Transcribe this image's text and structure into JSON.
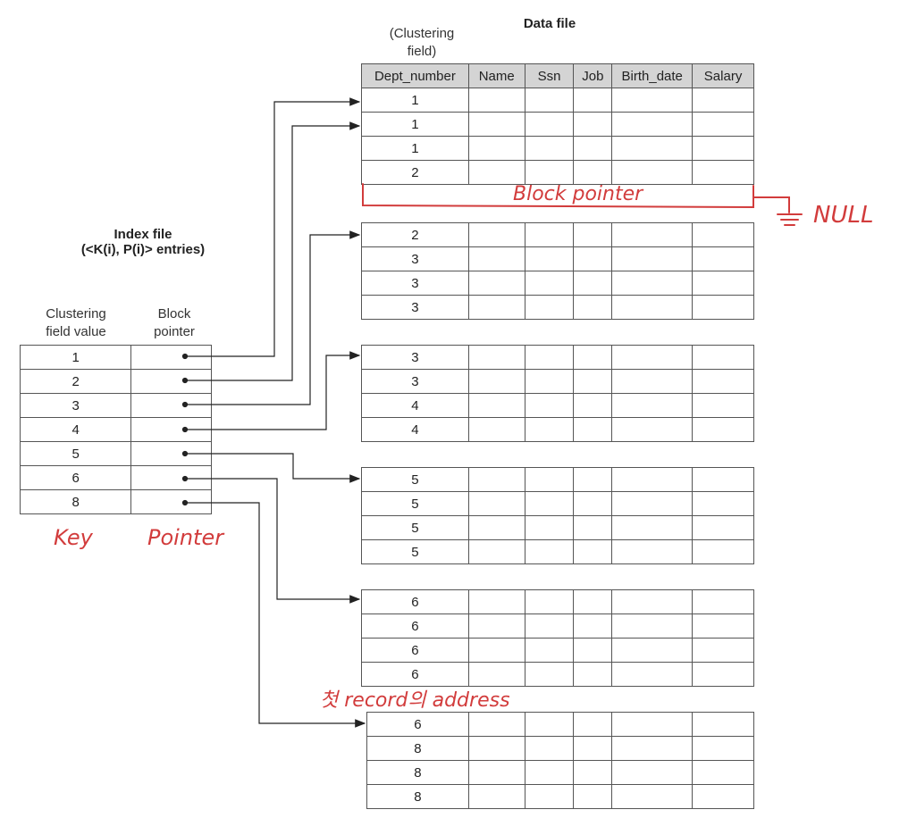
{
  "data_file": {
    "title": "Data file",
    "clustering_label_line1": "(Clustering",
    "clustering_label_line2": "field)",
    "columns": [
      "Dept_number",
      "Name",
      "Ssn",
      "Job",
      "Birth_date",
      "Salary"
    ],
    "blocks": [
      [
        "1",
        "1",
        "1",
        "2"
      ],
      [
        "2",
        "3",
        "3",
        "3"
      ],
      [
        "3",
        "3",
        "4",
        "4"
      ],
      [
        "5",
        "5",
        "5",
        "5"
      ],
      [
        "6",
        "6",
        "6",
        "6"
      ],
      [
        "6",
        "8",
        "8",
        "8"
      ]
    ]
  },
  "index_file": {
    "title_line1": "Index file",
    "title_line2": "(<K(i), P(i)> entries)",
    "col1_line1": "Clustering",
    "col1_line2": "field value",
    "col2_line1": "Block",
    "col2_line2": "pointer",
    "values": [
      "1",
      "2",
      "3",
      "4",
      "5",
      "6",
      "8"
    ]
  },
  "annotations": {
    "block_pointer": "Block pointer",
    "null": "NULL",
    "key": "Key",
    "pointer": "Pointer",
    "first_record": "첫 record의 address"
  },
  "colors": {
    "annotation": "#d23c3c",
    "header_bg": "#d4d4d4",
    "line": "#222222"
  }
}
